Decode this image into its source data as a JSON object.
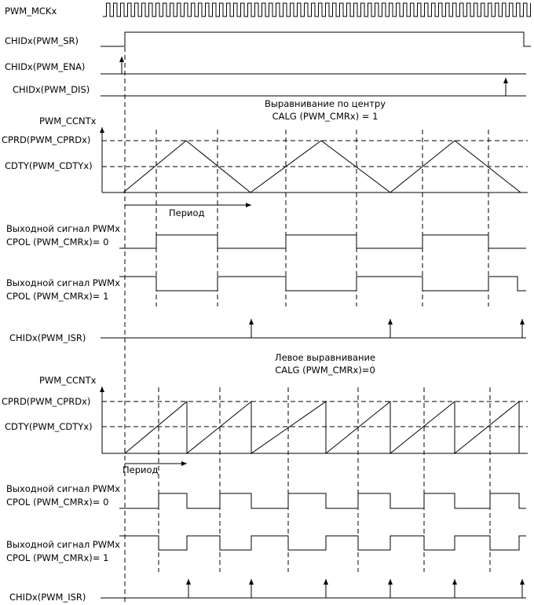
{
  "signals": {
    "mck": "PWM_MCKx",
    "sr": "CHIDx(PWM_SR)",
    "ena": "CHIDx(PWM_ENA)",
    "dis": "CHIDx(PWM_DIS)"
  },
  "center": {
    "title_line1": "Выравнивание по центру",
    "title_line2": "CALG (PWM_CMRx) = 1",
    "counter": "PWM_CCNTx",
    "cprd": "CPRD(PWM_CPRDx)",
    "cdty": "CDTY(PWM_CDTYx)",
    "period": "Период",
    "out0_line1": "Выходной сигнал PWMx",
    "out0_line2": "CPOL (PWM_CMRx)= 0",
    "out1_line1": "Выходной сигнал PWMx",
    "out1_line2": "CPOL (PWM_CMRx)= 1",
    "isr": "CHIDx(PWM_ISR)"
  },
  "left": {
    "title_line1": "Левое выравнивание",
    "title_line2": "CALG (PWM_CMRx)=0",
    "counter": "PWM_CCNTx",
    "cprd": "CPRD(PWM_CPRDx)",
    "cdty": "CDTY(PWM_CDTYx)",
    "period": "Период",
    "out0_line1": "Выходной сигнал PWMx",
    "out0_line2": "CPOL (PWM_CMRx)= 0",
    "out1_line1": "Выходной сигнал PWMx",
    "out1_line2": "CPOL (PWM_CMRx)= 1",
    "isr": "CHIDx(PWM_ISR)"
  }
}
